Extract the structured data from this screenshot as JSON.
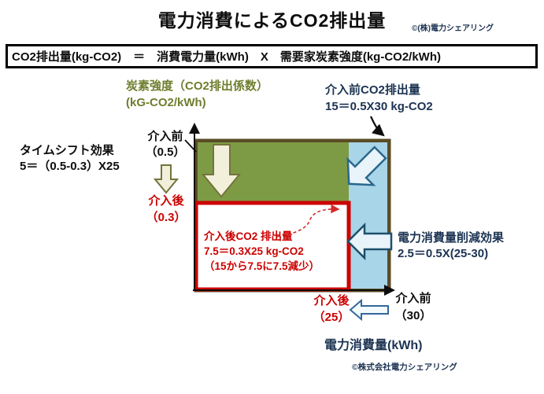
{
  "title": "電力消費によるCO2排出量",
  "credit_top": "©(株)電力シェアリング",
  "credit_bottom": "©株式会社電力シェアリング",
  "formula": "CO2排出量(kg-CO2)　＝　消費電力量(kWh)　X　需要家炭素強度(kg-CO2/kWh)",
  "labels": {
    "carbon_intensity": {
      "line1": "炭素強度（CO2排出係数）",
      "line2": "(kG-CO2/kWh)"
    },
    "pre_co2": {
      "line1": "介入前CO2排出量",
      "line2": "15＝0.5X30 kg-CO2"
    },
    "timeshift": {
      "line1": "タイムシフト効果",
      "line2": "5＝（0.5-0.3）X25"
    },
    "pre_intensity": {
      "line1": "介入前",
      "line2": "（0.5）"
    },
    "post_intensity": {
      "line1": "介入後",
      "line2": "（0.3）"
    },
    "post_co2_box": {
      "line1": "介入後CO2 排出量",
      "line2": "7.5＝0.3X25 kg-CO2",
      "line3": "（15から7.5に7.5減少）"
    },
    "consumption_reduction": {
      "line1": "電力消費量削減効果",
      "line2": "2.5＝0.5X(25-30)"
    },
    "post_consumption": {
      "line1": "介入後",
      "line2": "（25）"
    },
    "pre_consumption": {
      "line1": "介入前",
      "line2": "（30）"
    },
    "x_axis": "電力消費量(kWh)"
  },
  "icons": {
    "down_block_arrow": "cream downward block arrow",
    "down_left_block_arrow": "light blue diagonal block arrow",
    "left_block_arrow": "light blue left block arrow",
    "curved_black_arrow": "black curved pointer arrow",
    "dashed_red_arrow": "red dashed squiggle arrow",
    "axis_arrow": "black axis arrow"
  },
  "colors": {
    "green_fill": "#7d9b45",
    "blue_fill": "#a9d5e8",
    "rect_border": "#5a4c26",
    "red": "#cc0000",
    "navy": "#1c3352",
    "cream_arrow_fill": "#f2f0da",
    "cream_arrow_border": "#72743c",
    "blue_arrow_fill": "#e8f4fa",
    "blue_arrow_border": "#2a688c",
    "green_text": "#6e7e2e"
  },
  "chart_data": {
    "type": "area",
    "title": "電力消費によるCO2排出量",
    "xlabel": "電力消費量(kWh)",
    "ylabel": "炭素強度（CO2排出係数）(kG-CO2/kWh)",
    "x_values": {
      "pre": 30,
      "post": 25
    },
    "y_values": {
      "pre": 0.5,
      "post": 0.3
    },
    "areas": [
      {
        "name": "介入前CO2排出量",
        "value": 15,
        "formula": "15＝0.5X30 kg-CO2"
      },
      {
        "name": "介入後CO2排出量",
        "value": 7.5,
        "formula": "7.5＝0.3X25 kg-CO2",
        "note": "（15から7.5に7.5減少）"
      },
      {
        "name": "タイムシフト効果",
        "value": 5,
        "formula": "5＝（0.5-0.3）X25"
      },
      {
        "name": "電力消費量削減効果",
        "value": 2.5,
        "formula": "2.5＝0.5X(25-30)"
      }
    ]
  }
}
